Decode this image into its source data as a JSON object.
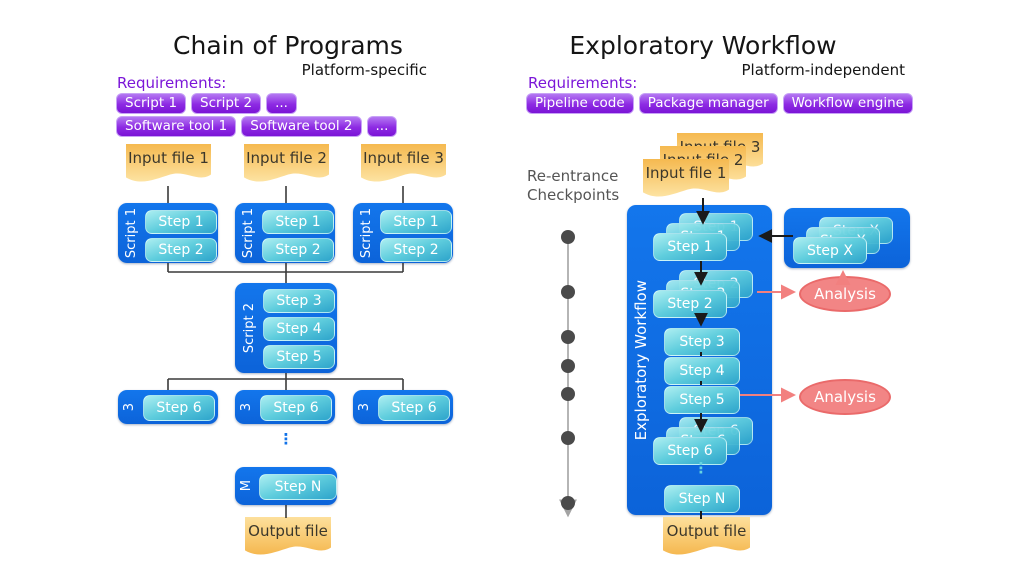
{
  "colors": {
    "requirements_purple": "#7b16d8",
    "badge_purple": "#8d2ae3",
    "box_blue": "#0e6ce2",
    "step_teal": "#2da4cb",
    "file_yellow": "#f6bb53",
    "analysis_pink": "#f28585",
    "pink_arrow": "#f2807f",
    "checkpoint_gray": "#4a4a4a",
    "black_arrow": "#1a1a1a"
  },
  "left_panel": {
    "title": "Chain of Programs",
    "subtitle": "Platform-specific",
    "requirements_label": "Requirements:",
    "badges_row1": [
      "Script 1",
      "Script 2",
      "..."
    ],
    "badges_row2": [
      "Software tool 1",
      "Software tool 2",
      "..."
    ],
    "input_files": [
      "Input file 1",
      "Input file 2",
      "Input file 3"
    ],
    "script1": {
      "label": "Script 1",
      "steps": [
        "Step 1",
        "Step 2"
      ]
    },
    "script2": {
      "label": "Script 2",
      "steps": [
        "Step 3",
        "Step 4",
        "Step 5"
      ]
    },
    "script3": {
      "label": "3",
      "step": "Step 6"
    },
    "scriptM": {
      "label": "M",
      "step": "Step N"
    },
    "ellipsis": "⋮",
    "output_file": "Output file"
  },
  "right_panel": {
    "title": "Exploratory Workflow",
    "subtitle": "Platform-independent",
    "requirements_label": "Requirements:",
    "badges": [
      "Pipeline code",
      "Package manager",
      "Workflow engine"
    ],
    "reentrance_label": "Re-entrance Checkpoints",
    "input_files": [
      "Input file 1",
      "Input file 2",
      "Input file 3"
    ],
    "workflow_label": "Exploratory Workflow",
    "steps": [
      "Step 1",
      "Step 2",
      "Step 3",
      "Step 4",
      "Step 5",
      "Step 6",
      "Step N"
    ],
    "step_x": "Step X",
    "analysis_label": "Analysis",
    "ellipsis": "⋮",
    "output_file": "Output file"
  }
}
